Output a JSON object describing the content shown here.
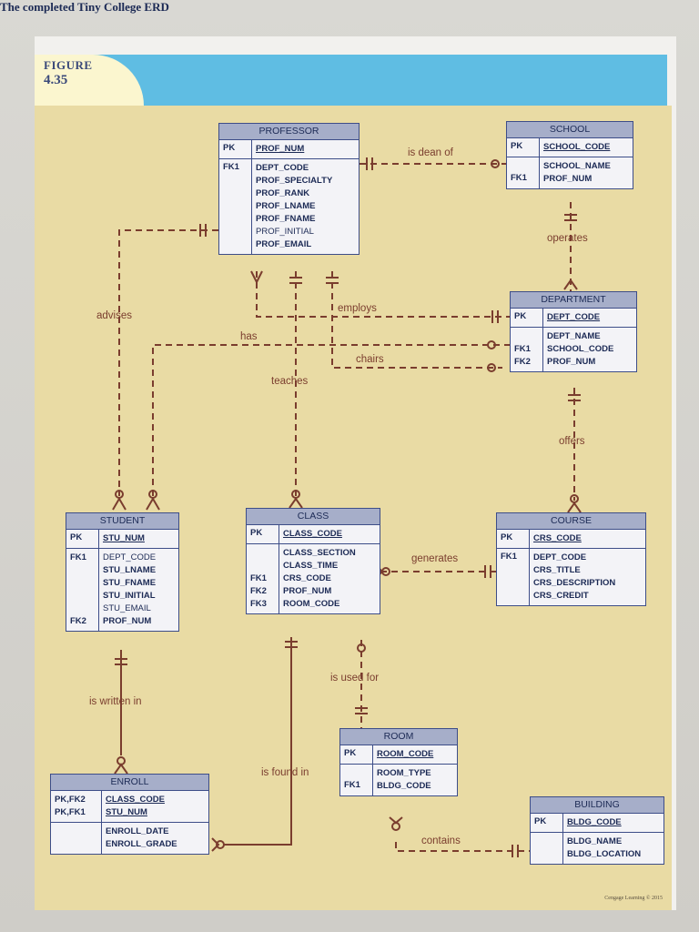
{
  "figure": {
    "label": "FIGURE",
    "number": "4.35",
    "title": "The completed Tiny College ERD"
  },
  "copyright": "Cengage Learning © 2015",
  "entities": {
    "professor": {
      "name": "PROFESSOR",
      "pk_label": "PK",
      "pk": "PROF_NUM",
      "fk_label": "FK1",
      "attrs": [
        "DEPT_CODE",
        "PROF_SPECIALTY",
        "PROF_RANK",
        "PROF_LNAME",
        "PROF_FNAME",
        "PROF_INITIAL",
        "PROF_EMAIL"
      ]
    },
    "school": {
      "name": "SCHOOL",
      "pk_label": "PK",
      "pk": "SCHOOL_CODE",
      "fk_label": "FK1",
      "attrs": [
        "SCHOOL_NAME",
        "PROF_NUM"
      ]
    },
    "department": {
      "name": "DEPARTMENT",
      "pk_label": "PK",
      "pk": "DEPT_CODE",
      "fk_labels": [
        "FK1",
        "FK2"
      ],
      "attrs": [
        "DEPT_NAME",
        "SCHOOL_CODE",
        "PROF_NUM"
      ]
    },
    "student": {
      "name": "STUDENT",
      "pk_label": "PK",
      "pk": "STU_NUM",
      "fk1_label": "FK1",
      "fk2_label": "FK2",
      "attrs": [
        "DEPT_CODE",
        "STU_LNAME",
        "STU_FNAME",
        "STU_INITIAL",
        "STU_EMAIL",
        "PROF_NUM"
      ]
    },
    "class": {
      "name": "CLASS",
      "pk_label": "PK",
      "pk": "CLASS_CODE",
      "fk_labels": [
        "FK1",
        "FK2",
        "FK3"
      ],
      "attrs": [
        "CLASS_SECTION",
        "CLASS_TIME",
        "CRS_CODE",
        "PROF_NUM",
        "ROOM_CODE"
      ]
    },
    "course": {
      "name": "COURSE",
      "pk_label": "PK",
      "pk": "CRS_CODE",
      "fk_label": "FK1",
      "attrs": [
        "DEPT_CODE",
        "CRS_TITLE",
        "CRS_DESCRIPTION",
        "CRS_CREDIT"
      ]
    },
    "room": {
      "name": "ROOM",
      "pk_label": "PK",
      "pk": "ROOM_CODE",
      "fk_label": "FK1",
      "attrs": [
        "ROOM_TYPE",
        "BLDG_CODE"
      ]
    },
    "enroll": {
      "name": "ENROLL",
      "pk_labels": [
        "PK,FK2",
        "PK,FK1"
      ],
      "pks": [
        "CLASS_CODE",
        "STU_NUM"
      ],
      "attrs": [
        "ENROLL_DATE",
        "ENROLL_GRADE"
      ]
    },
    "building": {
      "name": "BUILDING",
      "pk_label": "PK",
      "pk": "BLDG_CODE",
      "attrs": [
        "BLDG_NAME",
        "BLDG_LOCATION"
      ]
    }
  },
  "relationships": {
    "is_dean_of": "is dean of",
    "operates": "operates",
    "advises": "advises",
    "employs": "employs",
    "has": "has",
    "chairs": "chairs",
    "teaches": "teaches",
    "offers": "offers",
    "generates": "generates",
    "is_written_in": "is written in",
    "is_used_for": "is used for",
    "is_found_in": "is found in",
    "contains": "contains"
  },
  "colors": {
    "banner": "#5fbde3",
    "canvas": "#e9dba4",
    "entity_border": "#3d4d88",
    "entity_header": "#a6aec9",
    "line": "#7a3d2e"
  }
}
